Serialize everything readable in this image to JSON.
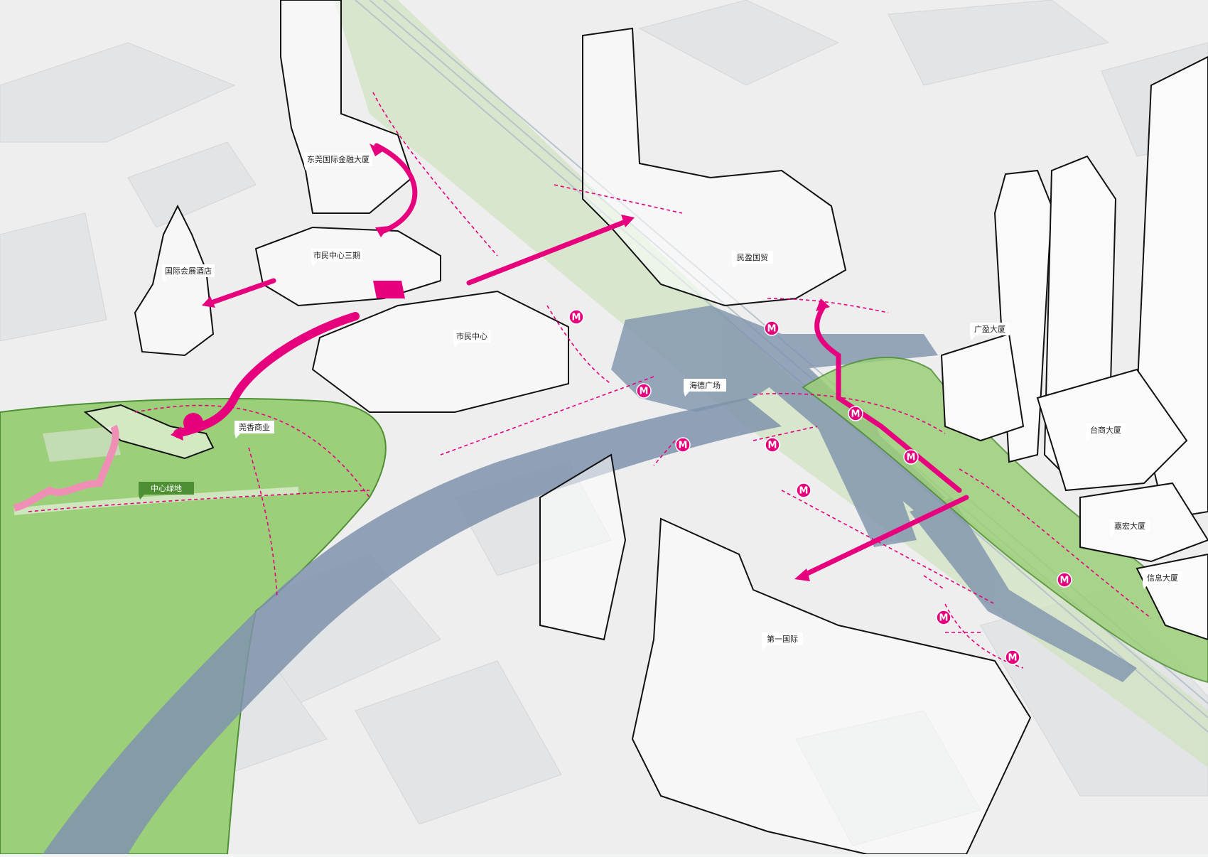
{
  "colors": {
    "magenta": "#e6007e",
    "park_green": "#8fc76a",
    "park_edge": "#4f8f34",
    "road_blue": "#7a8fa8",
    "building_fill": "#f7f7f7",
    "building_outline": "#111111",
    "ground": "#ececec"
  },
  "labels": {
    "dongguan_ifc": "东莞国际金融大厦",
    "intl_expo_hotel": "国际会展酒店",
    "civic_center_phase3": "市民中心三期",
    "civic_center": "市民中心",
    "minying_trade": "民盈国贸",
    "haide_plaza": "海德广场",
    "guanxiang_commerce": "莞香商业",
    "central_green": "中心绿地",
    "guangying_tower": "广盈大厦",
    "taishang_tower": "台商大厦",
    "jiahong_tower": "嘉宏大厦",
    "xinxi_tower": "信息大厦",
    "first_international": "第一国际"
  },
  "metro_symbol": "M",
  "metro_station_count": 11
}
